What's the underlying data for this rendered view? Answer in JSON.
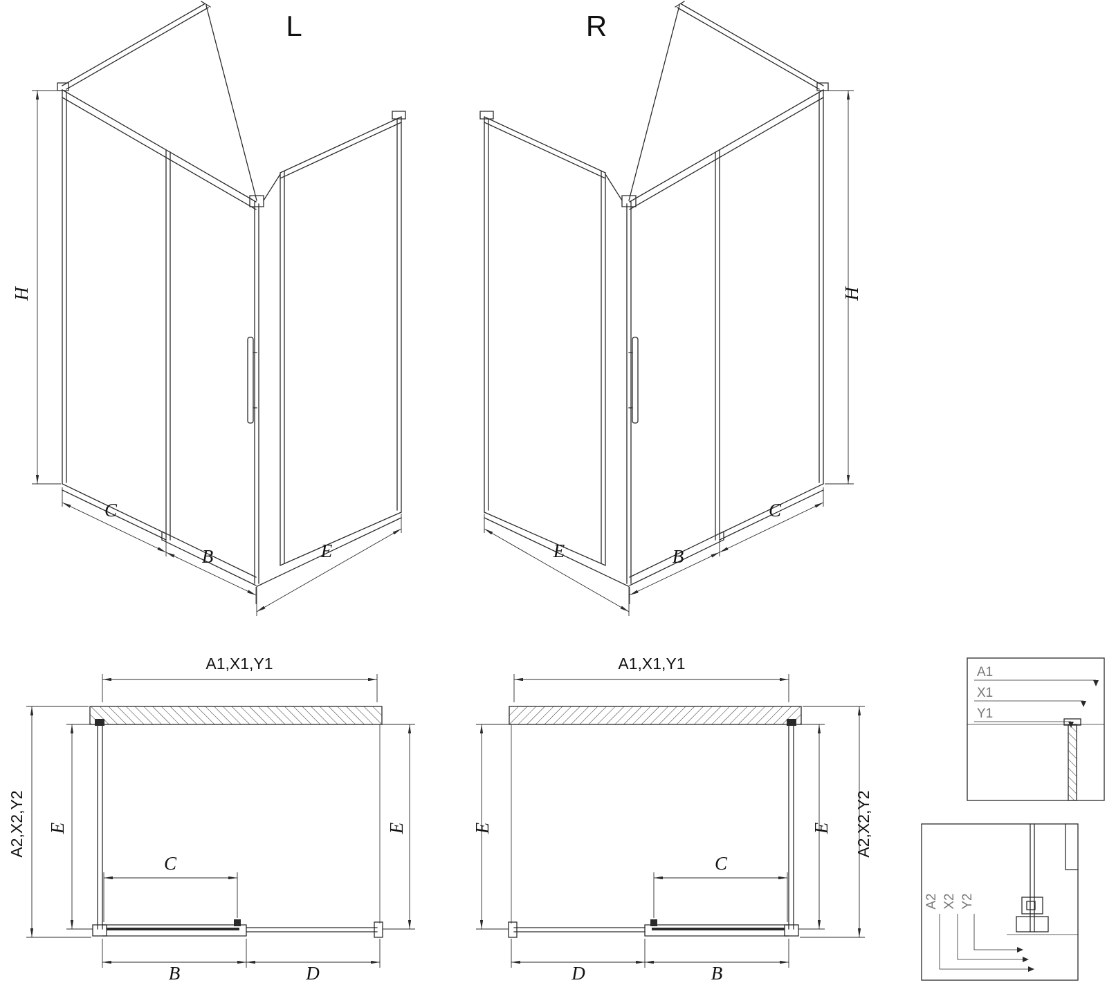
{
  "diagram": {
    "background": "#ffffff",
    "line_color": "#2a2a2a",
    "iso_left": {
      "title": "L",
      "dim_height": "H",
      "dim_fixed": "C",
      "dim_door": "B",
      "dim_side": "E"
    },
    "iso_right": {
      "title": "R",
      "dim_height": "H",
      "dim_fixed": "C",
      "dim_door": "B",
      "dim_side": "E"
    },
    "plan_left": {
      "dim_top": "A1,X1,Y1",
      "dim_outer": "A2,X2,Y2",
      "dim_depth_left": "E",
      "dim_depth_right": "E",
      "dim_door_glass": "C",
      "dim_door": "B",
      "dim_fixed": "D"
    },
    "plan_right": {
      "dim_top": "A1,X1,Y1",
      "dim_outer": "A2,X2,Y2",
      "dim_depth_left": "E",
      "dim_depth_right": "E",
      "dim_door_glass": "C",
      "dim_door": "B",
      "dim_fixed": "D"
    },
    "detail_top": {
      "labels": [
        "A1",
        "X1",
        "Y1"
      ]
    },
    "detail_bottom": {
      "labels": [
        "A2",
        "X2",
        "Y2"
      ]
    }
  }
}
